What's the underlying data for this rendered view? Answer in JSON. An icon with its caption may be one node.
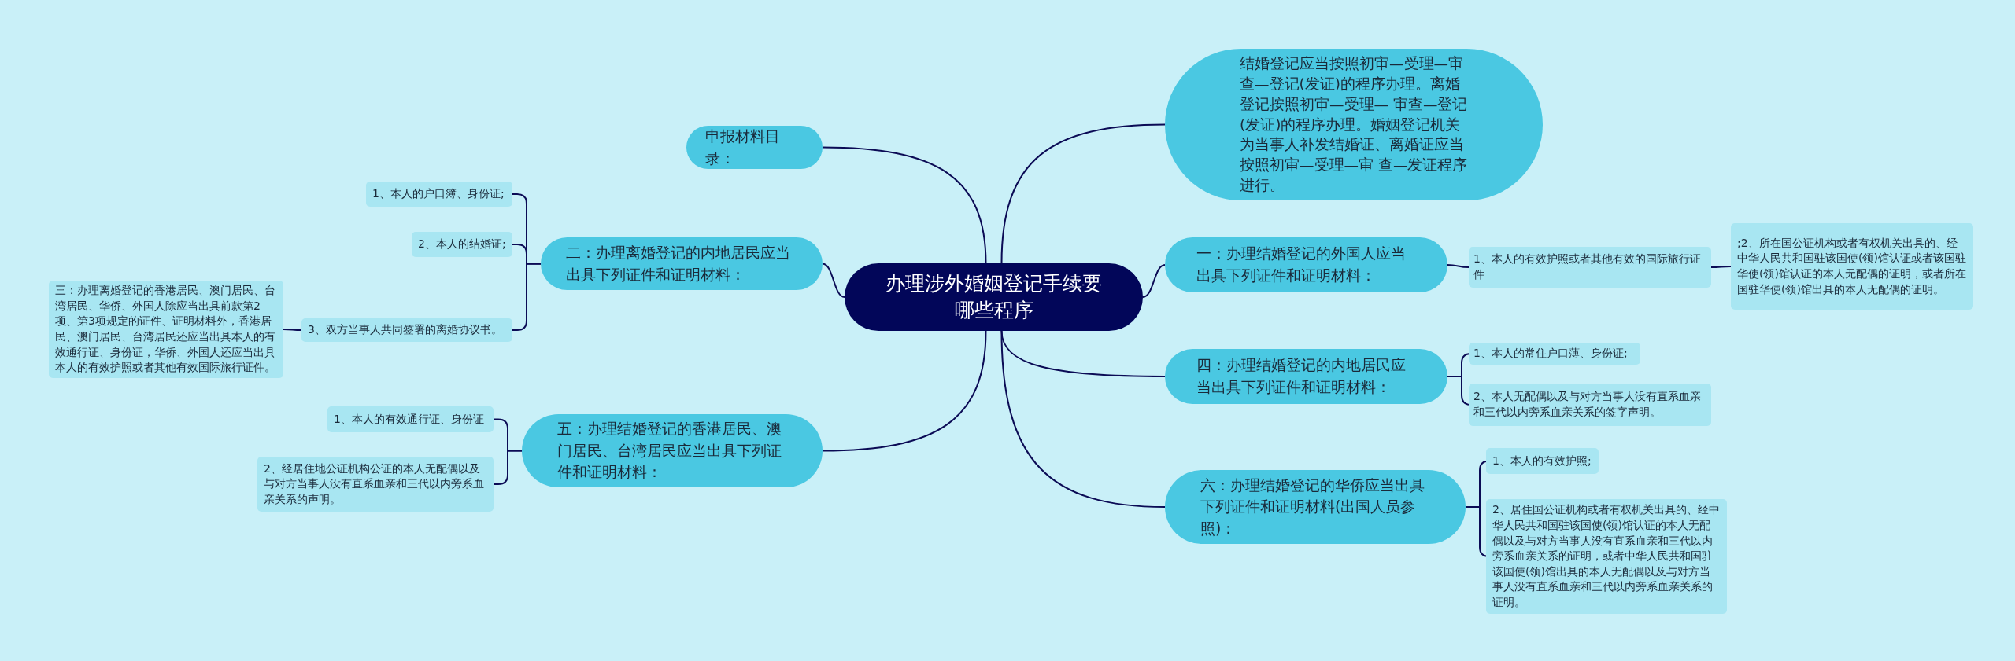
{
  "diagram": {
    "nodes": [
      {
        "text": [
          "办理涉外婚姻登记手续要哪些程序"
        ]
      },
      {
        "text": [
          "申报材料目录："
        ]
      },
      {
        "text": [
          "结婚登记应当按照初审—受理—审查—登记(发证)的程序办理。离婚登记按照初审—受理— 审查—登记(发证)的程序办理。婚姻登记机关为当事人补发结婚证、离婚证应当按照初审—受理—审 查—发证程序进行。"
        ]
      },
      {
        "text": [
          "二：办理离婚登记的内地居民应当出具下列证件和证明材料："
        ]
      },
      {
        "text": [
          "1、本人的户口簿、身份证;"
        ]
      },
      {
        "text": [
          "2、本人的结婚证;"
        ]
      },
      {
        "text": [
          "3、双方当事人共同签署的离婚协议书。"
        ]
      },
      {
        "text": [
          "三：办理离婚登记的香港居民、澳门居民、台湾居民、华侨、外国人除应当出具前款第2项、第3项规定的证件、证明材料外，香港居民、澳门居民、台湾居民还应当出具本人的有效通行证、身份证，华侨、外国人还应当出具本人的有效护照或者其他有效国际旅行证件。"
        ]
      },
      {
        "text": [
          "一：办理结婚登记的外国人应当出具下列证件和证明材料："
        ]
      },
      {
        "text": [
          "1、本人的有效护照或者其他有效的国际旅行证件"
        ]
      },
      {
        "text": [
          ";2、所在国公证机构或者有权机关出具的、经中华人民共和国驻该国使(领)馆认证或者该国驻华使(领)馆认证的本人无配偶的证明，或者所在国驻华使(领)馆出具的本人无配偶的证明。"
        ]
      },
      {
        "text": [
          "四：办理结婚登记的内地居民应当出具下列证件和证明材料："
        ]
      },
      {
        "text": [
          "1、本人的常住户口薄、身份证;"
        ]
      },
      {
        "text": [
          "2、本人无配偶以及与对方当事人没有直系血亲和三代以内旁系血亲关系的签字声明。"
        ]
      },
      {
        "text": [
          "五：办理结婚登记的香港居民、澳门居民、台湾居民应当出具下列证件和证明材料："
        ]
      },
      {
        "text": [
          "1、本人的有效通行证、身份证"
        ]
      },
      {
        "text": [
          "2、经居住地公证机构公证的本人无配偶以及与对方当事人没有直系血亲和三代以内旁系血亲关系的声明。"
        ]
      },
      {
        "text": [
          "六：办理结婚登记的华侨应当出具下列证件和证明材料(出国人员参照)："
        ]
      },
      {
        "text": [
          "1、本人的有效护照;"
        ]
      },
      {
        "text": [
          "2、居住国公证机构或者有权机关出具的、经中华人民共和国驻该国使(领)馆认证的本人无配偶以及与对方当事人没有直系血亲和三代以内旁系血亲关系的证明，或者中华人民共和国驻该国使(领)馆出具的本人无配偶以及与对方当事人没有直系血亲和三代以内旁系血亲关系的证明。"
        ]
      }
    ],
    "edges": [
      {
        "from": 0,
        "to": 1,
        "arrow": "none"
      },
      {
        "from": 0,
        "to": 2,
        "arrow": "none"
      },
      {
        "from": 0,
        "to": 3,
        "arrow": "none"
      },
      {
        "from": 3,
        "to": 4,
        "arrow": "none"
      },
      {
        "from": 3,
        "to": 5,
        "arrow": "none"
      },
      {
        "from": 3,
        "to": 6,
        "arrow": "none"
      },
      {
        "from": 6,
        "to": 7,
        "arrow": "none"
      },
      {
        "from": 0,
        "to": 8,
        "arrow": "none"
      },
      {
        "from": 8,
        "to": 9,
        "arrow": "none"
      },
      {
        "from": 9,
        "to": 10,
        "arrow": "none"
      },
      {
        "from": 0,
        "to": 11,
        "arrow": "none"
      },
      {
        "from": 11,
        "to": 12,
        "arrow": "none"
      },
      {
        "from": 11,
        "to": 13,
        "arrow": "none"
      },
      {
        "from": 0,
        "to": 14,
        "arrow": "none"
      },
      {
        "from": 14,
        "to": 15,
        "arrow": "none"
      },
      {
        "from": 14,
        "to": 16,
        "arrow": "none"
      },
      {
        "from": 0,
        "to": 17,
        "arrow": "none"
      },
      {
        "from": 17,
        "to": 18,
        "arrow": "none"
      },
      {
        "from": 17,
        "to": 19,
        "arrow": "none"
      }
    ]
  }
}
